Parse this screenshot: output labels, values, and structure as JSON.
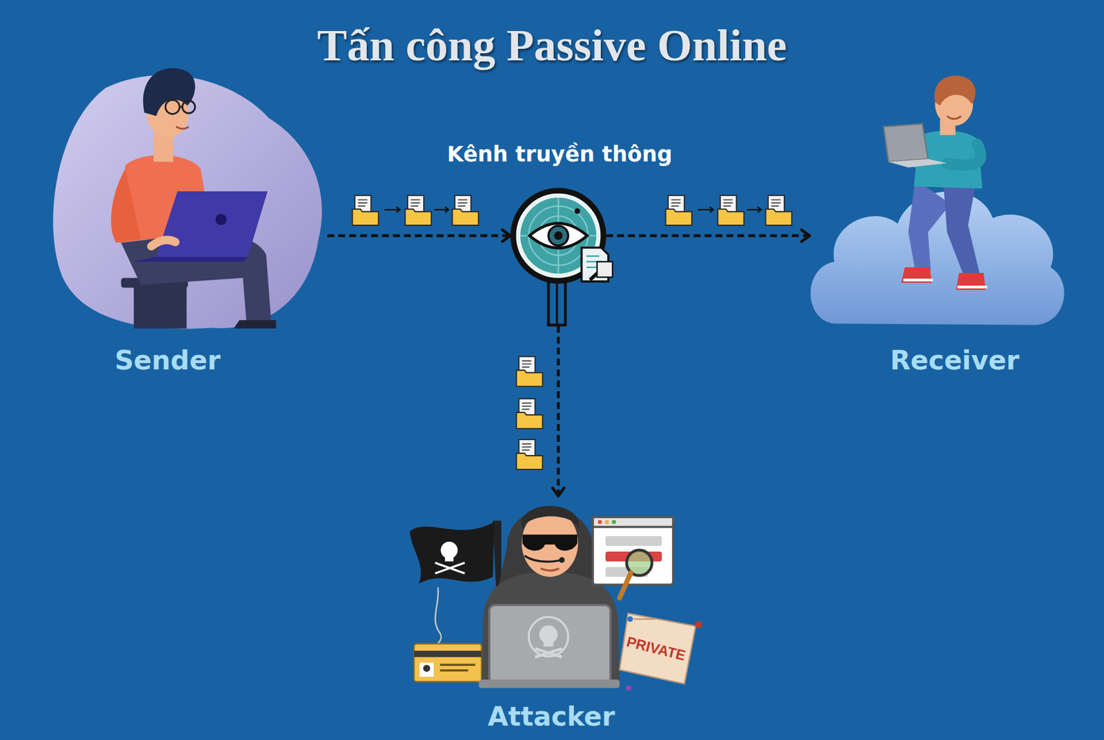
{
  "diagram": {
    "title": "Tấn công Passive Online",
    "nodes": [
      {
        "text": [
          "Sender"
        ]
      },
      {
        "text": [
          "Kênh truyền thông"
        ]
      },
      {
        "text": [
          "Receiver"
        ]
      },
      {
        "text": [
          "Attacker"
        ]
      }
    ],
    "edges": [
      {
        "from": 0,
        "to": 1,
        "arrow": "to"
      },
      {
        "from": 1,
        "to": 2,
        "arrow": "to"
      },
      {
        "from": 1,
        "to": 3,
        "arrow": "to"
      }
    ],
    "labels": [
      "PRIVATE"
    ]
  }
}
